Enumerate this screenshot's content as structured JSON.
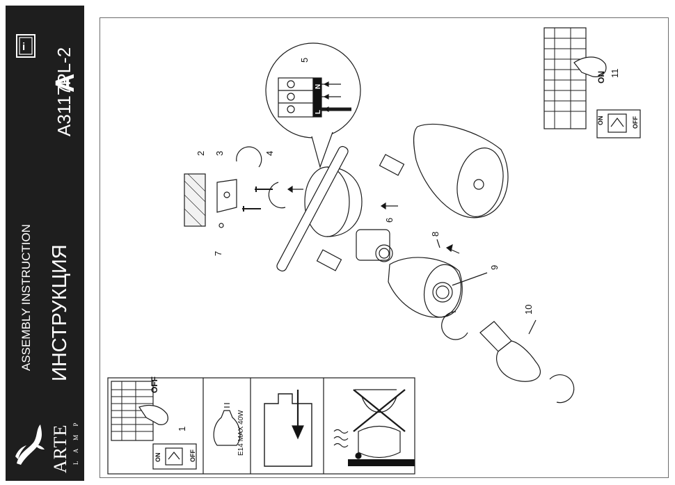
{
  "sidebar": {
    "brand": "ARTE",
    "brand_sub": "L A M P",
    "title_en": "ASSEMBLY INSTRUCTION",
    "title_ru": "ИНСТРУКЦИЯ",
    "model": "A3117PL-2",
    "class_letter": "A"
  },
  "callouts": {
    "c1": "1",
    "c2": "2",
    "c3": "3",
    "c4": "4",
    "c5": "5",
    "c6": "6",
    "c7": "7",
    "c8": "8",
    "c9": "9",
    "c10": "10",
    "c11": "11"
  },
  "terminal": {
    "n": "N",
    "l": "L"
  },
  "switches": {
    "on": "ON",
    "off": "OFF"
  },
  "lamp_spec": "E14 MAX 40W",
  "colors": {
    "sidebar": "#1e1e1e",
    "line": "#1a1a1a",
    "frame": "#6c6c6c"
  }
}
